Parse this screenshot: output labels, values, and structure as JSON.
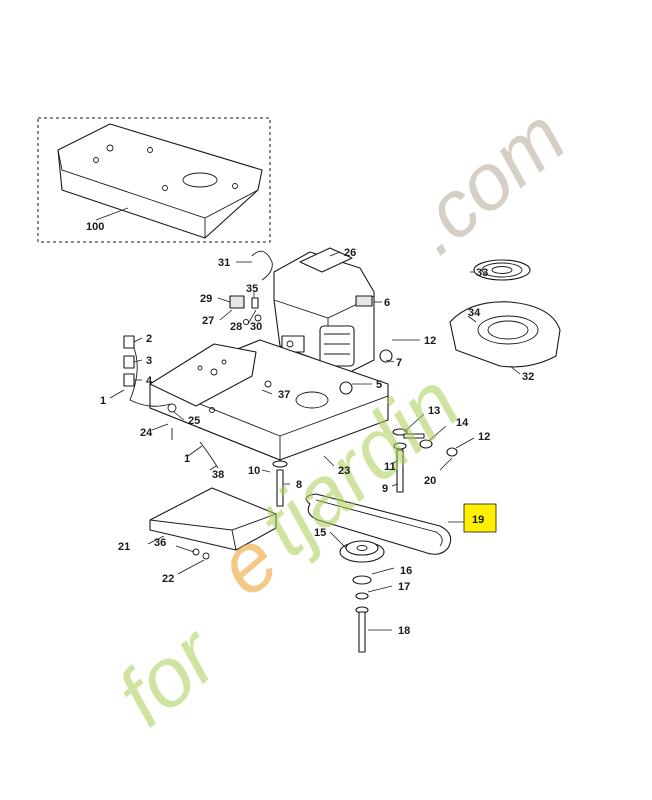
{
  "callouts": {
    "c100": "100",
    "c1a": "1",
    "c1b": "1",
    "c2": "2",
    "c3": "3",
    "c4": "4",
    "c5": "5",
    "c6": "6",
    "c7": "7",
    "c8": "8",
    "c9": "9",
    "c10": "10",
    "c11": "11",
    "c12a": "12",
    "c12b": "12",
    "c13": "13",
    "c14": "14",
    "c15": "15",
    "c16": "16",
    "c17": "17",
    "c18": "18",
    "c19": "19",
    "c20": "20",
    "c21": "21",
    "c22": "22",
    "c23": "23",
    "c24": "24",
    "c25": "25",
    "c26": "26",
    "c27": "27",
    "c28": "28",
    "c29": "29",
    "c30": "30",
    "c31": "31",
    "c32": "32",
    "c33": "33",
    "c34": "34",
    "c35": "35",
    "c36": "36",
    "c37": "37",
    "c38": "38"
  },
  "highlight": {
    "part": "19",
    "color": "#ffef00"
  },
  "watermark": {
    "green_a": "for",
    "orange": "e",
    "green_b": "tjardin",
    "gray": ".com",
    "colors": {
      "green": "#a9cf55",
      "orange": "#f0a43a",
      "gray": "#c9bfb3"
    }
  }
}
